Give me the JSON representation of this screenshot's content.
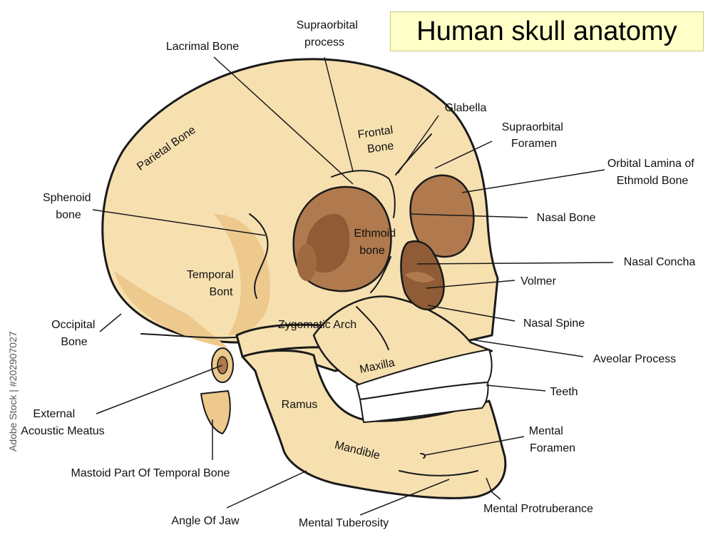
{
  "title": "Human skull anatomy",
  "watermark": "Adobe Stock | #202907027",
  "colors": {
    "bone": "#f7e0b0",
    "bone_shadow": "#edc98e",
    "cavity": "#b07a4e",
    "cavity_dark": "#8f5c36",
    "outline": "#1a1a1a",
    "title_bg": "#ffffc8"
  },
  "labels": {
    "supraorbital_process": [
      "Supraorbital",
      "process"
    ],
    "lacrimal_bone": "Lacrimal Bone",
    "parietal_bone": "Parietal Bone",
    "frontal_bone": [
      "Frontal",
      "Bone"
    ],
    "glabella": "Glabella",
    "supraorbital_foramen": [
      "Supraorbital",
      "Foramen"
    ],
    "orbital_lamina": [
      "Orbital Lamina of",
      "Ethmold Bone"
    ],
    "sphenoid_bone": [
      "Sphenoid",
      "bone"
    ],
    "nasal_bone": "Nasal Bone",
    "ethmoid_bone": [
      "Ethmoid",
      "bone"
    ],
    "nasal_concha": "Nasal Concha",
    "temporal_bone": [
      "Temporal",
      "Bont"
    ],
    "volmer": "Volmer",
    "occipital_bone": [
      "Occipital",
      "Bone"
    ],
    "zygomatic_arch": "Zygomatic Arch",
    "nasal_spine": "Nasal Spine",
    "aveolar_process": "Aveolar Process",
    "maxilla": "Maxilla",
    "teeth": "Teeth",
    "external_acoustic_meatus": [
      "External",
      "Acoustic Meatus"
    ],
    "ramus": "Ramus",
    "mental_foramen": [
      "Mental",
      "Foramen"
    ],
    "mandible": "Mandible",
    "mastoid_part": "Mastoid Part Of Temporal Bone",
    "mental_protuberance": "Mental Protruberance",
    "angle_of_jaw": "Angle Of Jaw",
    "mental_tuberosity": "Mental Tuberosity"
  }
}
